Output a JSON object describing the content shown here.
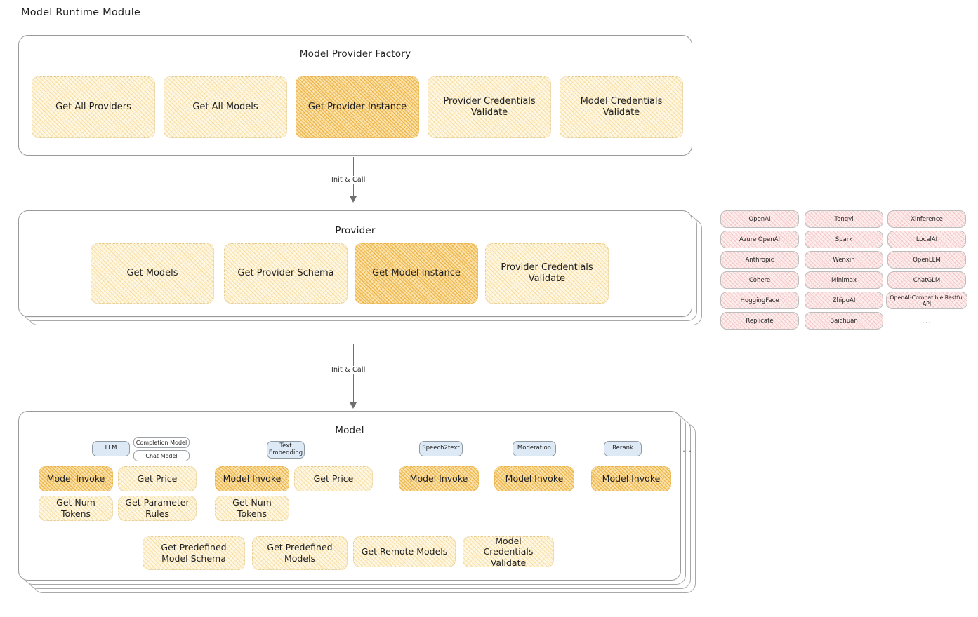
{
  "page": {
    "title": "Model Runtime Module"
  },
  "arrows": [
    {
      "label": "Init & Call"
    },
    {
      "label": "Init & Call"
    }
  ],
  "factory": {
    "title": "Model Provider Factory",
    "methods": [
      {
        "label": "Get All Providers",
        "highlight": false
      },
      {
        "label": "Get All Models",
        "highlight": false
      },
      {
        "label": "Get Provider Instance",
        "highlight": true
      },
      {
        "label": "Provider Credentials Validate",
        "highlight": false
      },
      {
        "label": "Model Credentials Validate",
        "highlight": false
      }
    ]
  },
  "provider": {
    "title": "Provider",
    "methods": [
      {
        "label": "Get Models",
        "highlight": false
      },
      {
        "label": "Get Provider Schema",
        "highlight": false
      },
      {
        "label": "Get Model Instance",
        "highlight": true
      },
      {
        "label": "Provider Credentials Validate",
        "highlight": false
      }
    ]
  },
  "provider_list": {
    "columns": [
      [
        "OpenAI",
        "Azure OpenAI",
        "Anthropic",
        "Cohere",
        "HuggingFace",
        "Replicate"
      ],
      [
        "Tongyi",
        "Spark",
        "Wenxin",
        "Minimax",
        "ZhipuAI",
        "Baichuan"
      ],
      [
        "Xinference",
        "LocalAI",
        "OpenLLM",
        "ChatGLM",
        "OpenAI-Compatible Restful API"
      ]
    ],
    "more": "..."
  },
  "model": {
    "title": "Model",
    "more": "...",
    "types": [
      {
        "name": "LLM",
        "subtypes": [
          "Completion Model",
          "Chat Model"
        ],
        "methods": [
          {
            "label": "Model Invoke",
            "highlight": true
          },
          {
            "label": "Get Price",
            "highlight": false
          },
          {
            "label": "Get Num Tokens",
            "highlight": false
          },
          {
            "label": "Get Parameter Rules",
            "highlight": false
          }
        ]
      },
      {
        "name": "Text Embedding",
        "subtypes": [],
        "methods": [
          {
            "label": "Model Invoke",
            "highlight": true
          },
          {
            "label": "Get Price",
            "highlight": false
          },
          {
            "label": "Get Num Tokens",
            "highlight": false
          }
        ]
      },
      {
        "name": "Speech2text",
        "subtypes": [],
        "methods": [
          {
            "label": "Model Invoke",
            "highlight": true
          }
        ]
      },
      {
        "name": "Moderation",
        "subtypes": [],
        "methods": [
          {
            "label": "Model Invoke",
            "highlight": true
          }
        ]
      },
      {
        "name": "Rerank",
        "subtypes": [],
        "methods": [
          {
            "label": "Model Invoke",
            "highlight": true
          }
        ]
      }
    ],
    "common_methods": [
      {
        "label": "Get Predefined Model Schema"
      },
      {
        "label": "Get Predefined Models"
      },
      {
        "label": "Get Remote Models"
      },
      {
        "label": "Model Credentials Validate"
      }
    ]
  },
  "colors": {
    "box_fill": "#fdf7e4",
    "box_highlight_fill": "#fbe3ad",
    "box_border": "#e3c98e",
    "chip_fill": "#fdeeee",
    "badge_fill": "#ddeaf6",
    "panel_border": "#9a9a9a",
    "text": "#1f1f1f"
  }
}
